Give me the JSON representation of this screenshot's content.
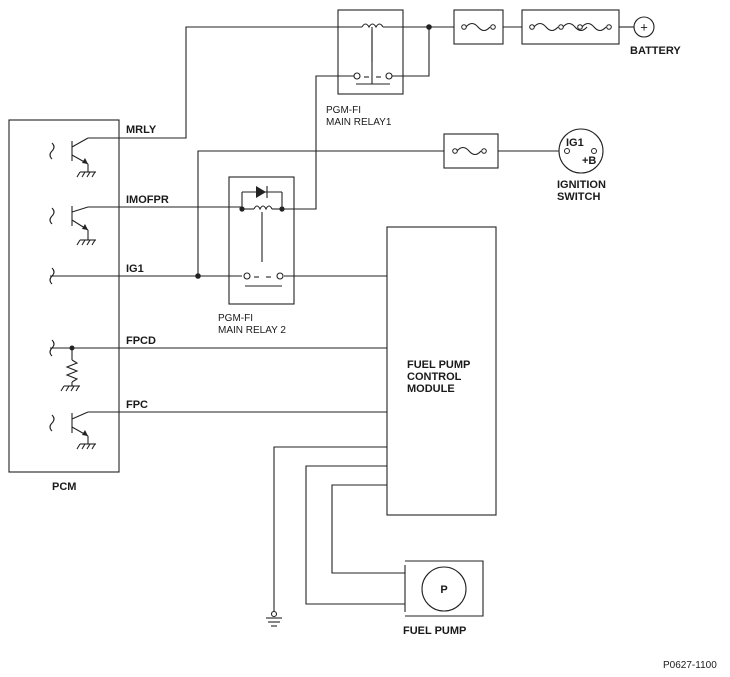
{
  "pcm": {
    "label": "PCM"
  },
  "signals": {
    "mrly": "MRLY",
    "imofpr": "IMOFPR",
    "ig1": "IG1",
    "fpcd": "FPCD",
    "fpc": "FPC"
  },
  "relay1": {
    "line1": "PGM-FI",
    "line2": "MAIN RELAY1"
  },
  "relay2": {
    "line1": "PGM-FI",
    "line2": "MAIN RELAY 2"
  },
  "battery": {
    "label": "BATTERY",
    "symbol": "+"
  },
  "ignition_switch": {
    "line1": "IGNITION",
    "line2": "SWITCH",
    "terminal_ig1": "IG1",
    "terminal_b": "+B"
  },
  "fpcm": {
    "line1": "FUEL PUMP",
    "line2": "CONTROL",
    "line3": "MODULE"
  },
  "fuel_pump": {
    "label": "FUEL PUMP",
    "symbol": "P"
  },
  "figure_code": "P0627-1100"
}
